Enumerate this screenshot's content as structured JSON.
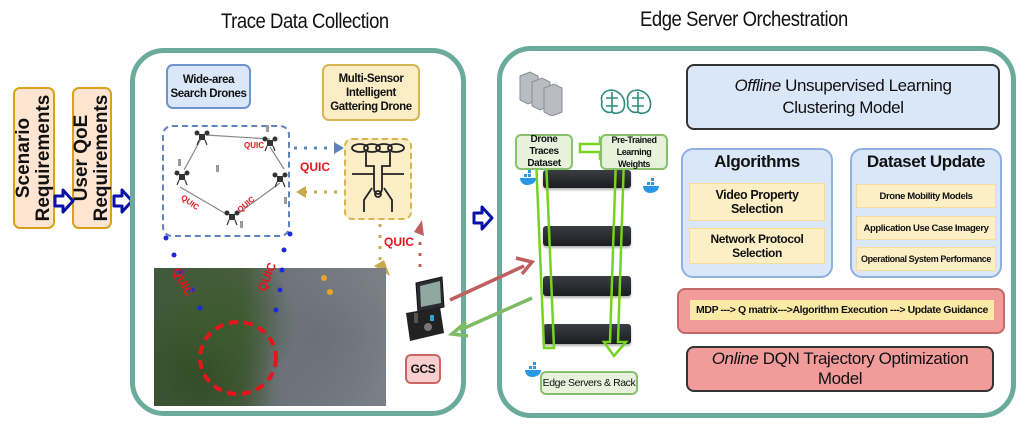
{
  "titles": {
    "trace_data_collection": "Trace Data Collection",
    "edge_server_orchestration": "Edge Server Orchestration"
  },
  "requirements": {
    "scenario": [
      "Scenario",
      "Requirements"
    ],
    "user_qoe": [
      "User QoE",
      "Requirements"
    ]
  },
  "trace": {
    "wide_area_label": [
      "Wide-area",
      "Search Drones"
    ],
    "multi_sensor_label": [
      "Multi-Sensor",
      "Intelligent",
      "Gattering Drone"
    ],
    "protocol": "QUIC",
    "gcs_label": "GCS"
  },
  "edge": {
    "drone_traces_label": [
      "Drone Traces",
      "Dataset"
    ],
    "pretrained_label": [
      "Pre-Trained",
      "Learning Weights"
    ],
    "edge_servers_label": "Edge Servers & Rack",
    "offline_model": {
      "emphasis": "Offline",
      "rest_line1": " Unsupervised Learning",
      "line2": "Clustering Model"
    },
    "algorithms": {
      "title": "Algorithms",
      "items": [
        "Video Property Selection",
        "Network Protocol Selection"
      ]
    },
    "dataset_update": {
      "title": "Dataset Update",
      "items": [
        "Drone Mobility Models",
        "Application Use Case Imagery",
        "Operational System Performance"
      ]
    },
    "pipeline": "MDP ---> Q matrix--->Algorithm Execution ---> Update Guidance",
    "online_model": {
      "emphasis": "Online",
      "rest": " DQN Trajectory Optimization Model"
    }
  },
  "colors": {
    "panel_border": "#6aab9c",
    "arrow_blue": "#0a11a8",
    "quic_red": "#e8141b",
    "green_arrow": "#76d41e",
    "red_link": "#c0605e",
    "green_link": "#7dbb64"
  }
}
